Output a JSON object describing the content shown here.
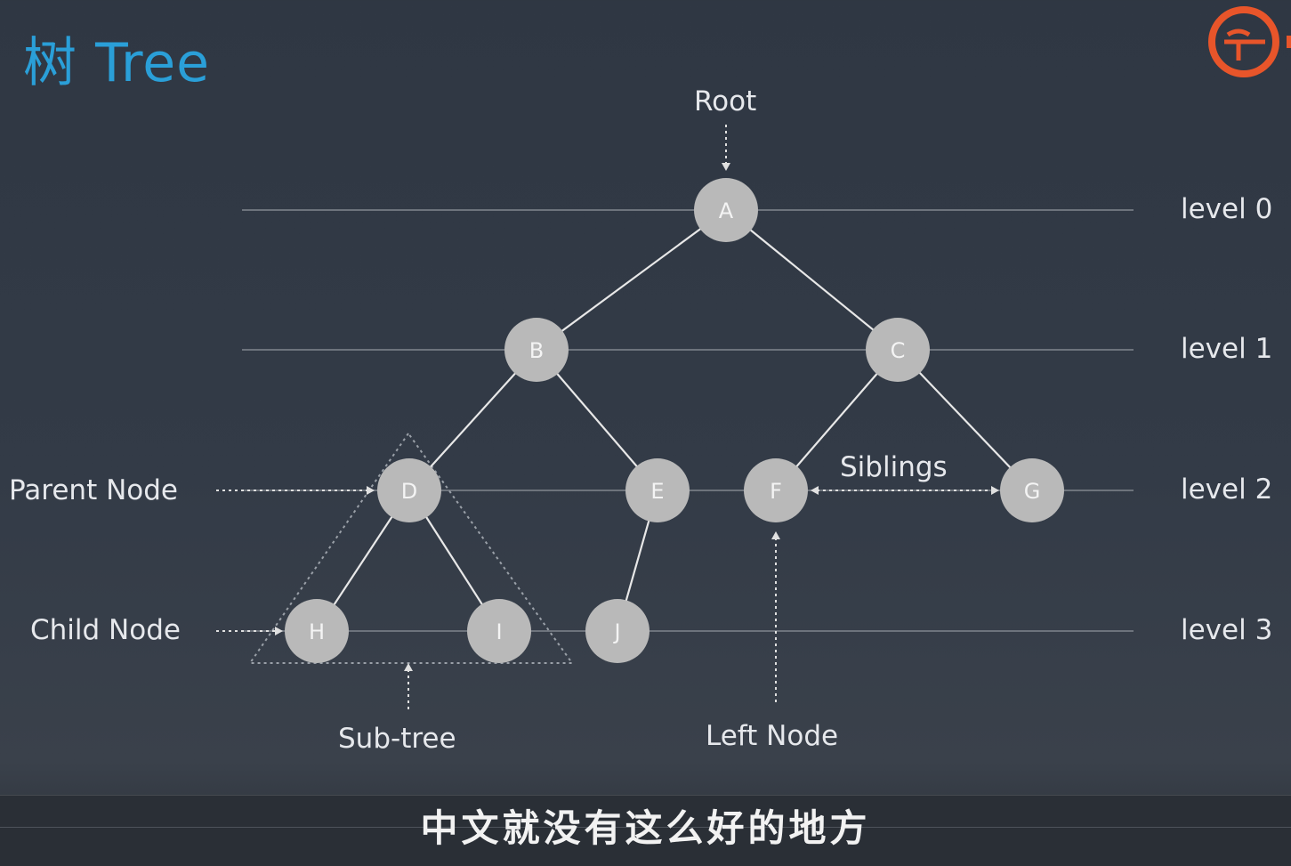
{
  "title": "树 Tree",
  "labels": {
    "root": "Root",
    "parent_node": "Parent Node",
    "child_node": "Child Node",
    "siblings": "Siblings",
    "sub_tree": "Sub-tree",
    "left_node": "Left Node"
  },
  "levels": [
    "level 0",
    "level 1",
    "level 2",
    "level 3"
  ],
  "nodes": [
    {
      "id": "A",
      "level": 0
    },
    {
      "id": "B",
      "level": 1
    },
    {
      "id": "C",
      "level": 1
    },
    {
      "id": "D",
      "level": 2
    },
    {
      "id": "E",
      "level": 2
    },
    {
      "id": "F",
      "level": 2
    },
    {
      "id": "G",
      "level": 2
    },
    {
      "id": "H",
      "level": 3
    },
    {
      "id": "I",
      "level": 3
    },
    {
      "id": "J",
      "level": 3
    }
  ],
  "edges": [
    [
      "A",
      "B"
    ],
    [
      "A",
      "C"
    ],
    [
      "B",
      "D"
    ],
    [
      "B",
      "E"
    ],
    [
      "C",
      "F"
    ],
    [
      "C",
      "G"
    ],
    [
      "D",
      "H"
    ],
    [
      "D",
      "I"
    ],
    [
      "E",
      "J"
    ]
  ],
  "subtitle": "中文就没有这么好的地方",
  "colors": {
    "title": "#2a9fd8",
    "node_fill": "#b9b9b9",
    "node_text": "#f4f4f4",
    "edge": "#e8e8e8",
    "level_line": "#6d737c",
    "logo": "#e8552a"
  }
}
